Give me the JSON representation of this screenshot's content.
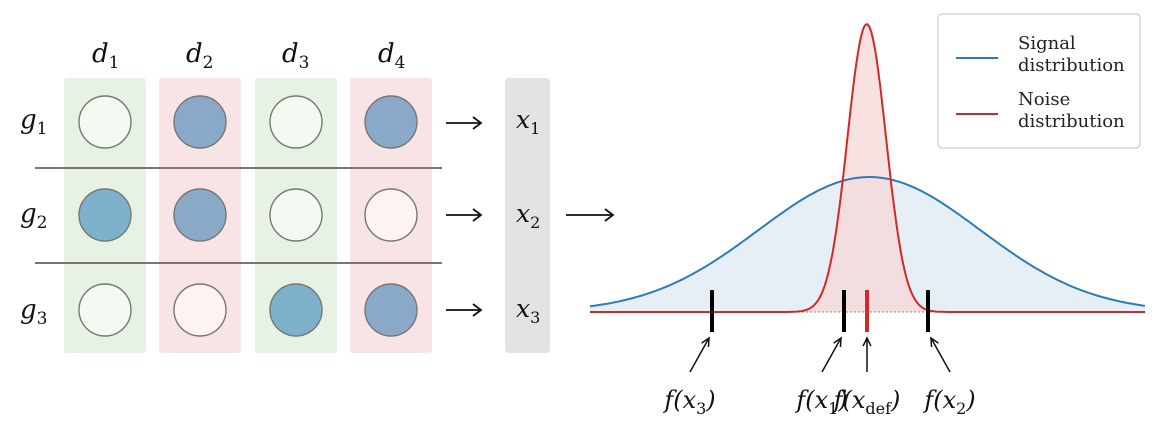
{
  "columns": [
    {
      "base": "d",
      "sub": "1",
      "band": "#e8f2e4"
    },
    {
      "base": "d",
      "sub": "2",
      "band": "#f8e4e4"
    },
    {
      "base": "d",
      "sub": "3",
      "band": "#e8f2e4"
    },
    {
      "base": "d",
      "sub": "4",
      "band": "#f8e4e4"
    }
  ],
  "rows": [
    {
      "base": "g",
      "sub": "1",
      "output": {
        "base": "x",
        "sub": "1"
      },
      "cells": [
        "#f3faf1",
        "#8aa9c9",
        "#f3faf1",
        "#8aa9c9"
      ]
    },
    {
      "base": "g",
      "sub": "2",
      "output": {
        "base": "x",
        "sub": "2"
      },
      "cells": [
        "#7eb1cb",
        "#8aa9c9",
        "#f3faf1",
        "#fdf3f3"
      ]
    },
    {
      "base": "g",
      "sub": "3",
      "output": {
        "base": "x",
        "sub": "3"
      },
      "cells": [
        "#f3faf1",
        "#fdf3f3",
        "#7eb1cb",
        "#8aa9c9"
      ]
    }
  ],
  "legend": {
    "items": [
      {
        "line1": "Signal",
        "line2": "distribution",
        "color": "#2f7bb6"
      },
      {
        "line1": "Noise",
        "line2": "distribution",
        "color": "#d62728"
      }
    ]
  },
  "markers": [
    {
      "label_base": "f(x",
      "label_sub": "3",
      "label_end": ")",
      "color": "#000000",
      "value": 0.41
    },
    {
      "label_base": "f(x",
      "label_sub": "1",
      "label_end": ")",
      "color": "#000000",
      "value": 0.92
    },
    {
      "label_base": "f(x",
      "label_sub": "def",
      "label_end": ")",
      "color": "#d62728",
      "value": 0.965
    },
    {
      "label_base": "f(x",
      "label_sub": "2",
      "label_end": ")",
      "color": "#000000",
      "value": 1.105
    }
  ],
  "colors": {
    "signal_fill": "#dde8f3",
    "noise_fill": "#f6dada",
    "column_strip": "#e3e3e3",
    "divider": "#777777"
  }
}
